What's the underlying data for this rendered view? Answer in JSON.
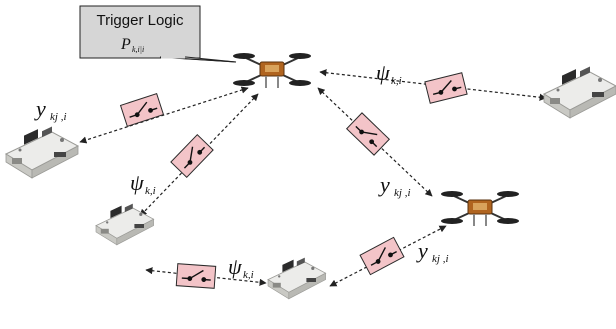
{
  "callout": {
    "title": "Trigger Logic",
    "symbol_main": "P",
    "symbol_sub": "k,i|i"
  },
  "labels": {
    "y_main": "y",
    "y_sub": "kj ,i",
    "psi_main": "ψ",
    "psi_sub": "k,i"
  },
  "colors": {
    "switch_fill": "#f3c4c8",
    "switch_stroke": "#2a2a2a",
    "callout_fill": "#d6d6d6",
    "link": "#222222",
    "drone_body": "#b0641f",
    "board": "#e8e8e4"
  },
  "nodes": [
    {
      "id": "drone-top",
      "kind": "drone"
    },
    {
      "id": "drone-right",
      "kind": "drone"
    },
    {
      "id": "board-left",
      "kind": "board"
    },
    {
      "id": "board-right",
      "kind": "board"
    },
    {
      "id": "board-mid-left",
      "kind": "board"
    },
    {
      "id": "board-bottom",
      "kind": "board"
    }
  ],
  "edges": [
    {
      "from": "drone-top",
      "to": "board-left",
      "label": "y"
    },
    {
      "from": "drone-top",
      "to": "board-right",
      "label": "psi"
    },
    {
      "from": "drone-top",
      "to": "board-mid-left",
      "label": "psi"
    },
    {
      "from": "drone-top",
      "to": "drone-right",
      "label": "y"
    },
    {
      "from": "board-mid-left",
      "to": "board-bottom",
      "label": "psi"
    },
    {
      "from": "board-bottom",
      "to": "drone-right",
      "label": "y"
    }
  ]
}
